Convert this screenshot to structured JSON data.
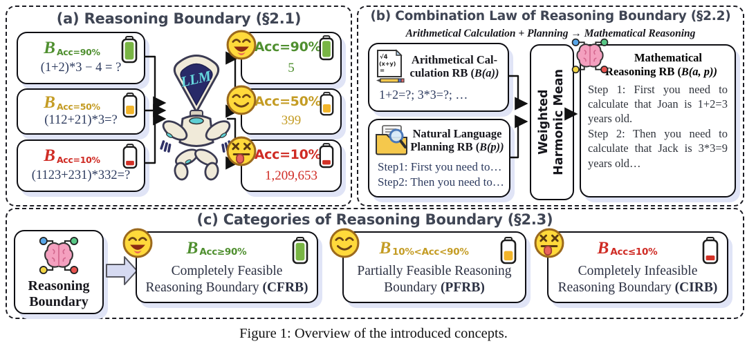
{
  "figure": {
    "caption": "Figure 1: Overview of the introduced concepts."
  },
  "symbols": {
    "script_b": "B",
    "llm": "LLM"
  },
  "colors": {
    "high_text": "#4f8f2f",
    "mid_text": "#c49c24",
    "low_text": "#cf2b24",
    "battery_high": "#79b544",
    "battery_mid": "#f2b52a",
    "battery_low": "#d33227",
    "box_shadow": "#e0e4f6"
  },
  "panel_a": {
    "title": "(a) Reasoning Boundary (§2.1)",
    "inputs": [
      {
        "sub": "Acc=90%",
        "equation": "(1+2)*3 − 4 = ?"
      },
      {
        "sub": "Acc=50%",
        "equation": "(112+21)*3=?"
      },
      {
        "sub": "Acc=10%",
        "equation": "(1123+231)*332=?"
      }
    ],
    "outputs": [
      {
        "acc": "Acc=90%",
        "answer": "5"
      },
      {
        "acc": "Acc=50%",
        "answer": "399"
      },
      {
        "acc": "Acc=10%",
        "answer": "1,209,653"
      }
    ]
  },
  "panel_b": {
    "title": "(b) Combination Law of Reasoning Boundary (§2.2)",
    "subtitle": "Arithmetical Calculation + Planning → Mathematical Reasoning",
    "arith": {
      "title_line1": "Arithmetical Cal-",
      "title_line2_pre": "culation RB (",
      "title_line2_post": "(a))",
      "body": "1+2=?; 3*3=?; …"
    },
    "planning": {
      "title_line1": "Natural Language",
      "title_line2_pre": "Planning RB (",
      "title_line2_post": "(p))",
      "body_line1": "Step1: First you need to…",
      "body_line2": "Step2: Then you need to…"
    },
    "combiner": {
      "label_line1": "Weighted",
      "label_line2": "Harmonic Mean"
    },
    "math": {
      "title_line1": "Mathematical",
      "title_line2_pre": "Reasoning RB (",
      "title_line2_post": "(a, p))",
      "body_line1": "Step 1: First you need to calculate that Joan is 1+2=3 years old.",
      "body_line2": "Step 2: Then you need to calculate that Jack is 3*3=9 years old…"
    }
  },
  "panel_c": {
    "title": "(c) Categories of Reasoning Boundary (§2.3)",
    "source": {
      "line1": "Reasoning",
      "line2": "Boundary"
    },
    "categories": [
      {
        "sub": "Acc≥90%",
        "name": "Completely Feasible Reasoning Boundary ",
        "abbr": "(CFRB)"
      },
      {
        "sub": "10%<Acc<90%",
        "name": "Partially Feasible Reasoning Boundary ",
        "abbr": "(PFRB)"
      },
      {
        "sub": "Acc≤10%",
        "name": "Completely Infeasible Reasoning Boundary ",
        "abbr": "(CIRB)"
      }
    ]
  }
}
